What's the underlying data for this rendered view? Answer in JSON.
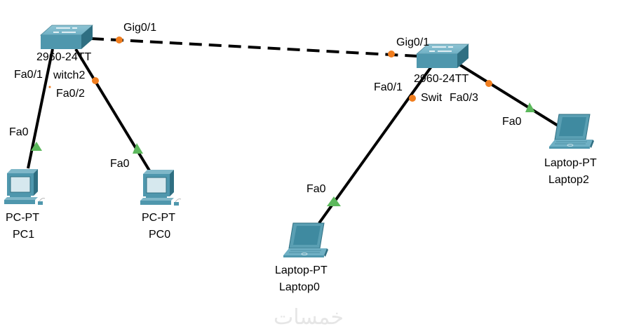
{
  "devices": {
    "switch2": {
      "model": "2960-24TT",
      "name_visible": "witch2",
      "full_name": "Switch2"
    },
    "switch_right": {
      "model": "2960-24TT",
      "name_visible": "Swit"
    },
    "pc1": {
      "model": "PC-PT",
      "name": "PC1"
    },
    "pc0": {
      "model": "PC-PT",
      "name": "PC0"
    },
    "laptop0": {
      "model": "Laptop-PT",
      "name": "Laptop0"
    },
    "laptop2": {
      "model": "Laptop-PT",
      "name": "Laptop2"
    }
  },
  "ports": {
    "sw2_gig": "Gig0/1",
    "sw_right_gig": "Gig0/1",
    "sw2_fa01": "Fa0/1",
    "sw2_fa02": "Fa0/2",
    "sw_right_fa01": "Fa0/1",
    "sw_right_fa03": "Fa0/3",
    "pc1_fa0": "Fa0",
    "pc0_fa0": "Fa0",
    "laptop0_fa0": "Fa0",
    "laptop2_fa0": "Fa0"
  },
  "links": [
    {
      "from": "Switch2 Gig0/1",
      "to": "Switch Gig0/1",
      "type": "crossover",
      "status": "amber"
    },
    {
      "from": "Switch2 Fa0/1",
      "to": "PC1 Fa0",
      "type": "straight",
      "status": "up"
    },
    {
      "from": "Switch2 Fa0/2",
      "to": "PC0 Fa0",
      "type": "straight",
      "status": "up"
    },
    {
      "from": "Switch Fa0/1",
      "to": "Laptop0 Fa0",
      "type": "straight",
      "status": "up"
    },
    {
      "from": "Switch Fa0/3",
      "to": "Laptop2 Fa0",
      "type": "straight",
      "status": "up"
    }
  ],
  "colors": {
    "link_up": "#5cb85c",
    "link_amber": "#f07d1e",
    "device": "#5a9fb3",
    "cable": "#000000"
  },
  "watermark": "خمسات"
}
